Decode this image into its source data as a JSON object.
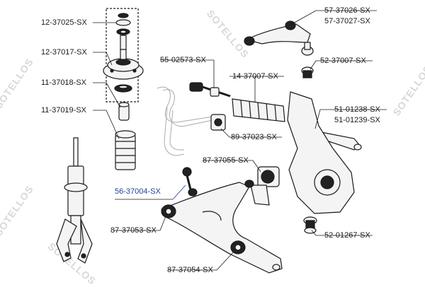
{
  "watermark": "SOTELLOS",
  "colors": {
    "line": "#1a1a1a",
    "highlight": "#1f3f9f",
    "part": "#f4f4f4",
    "dark": "#222222"
  },
  "labels": {
    "p12_37025": "12-37025-SX",
    "p12_37017": "12-37017-SX",
    "p11_37018": "11-37018-SX",
    "p11_37019": "11-37019-SX",
    "p55_02573": "55-02573-SX",
    "p14_37007": "14-37007-SX",
    "p89_37023": "89-37023-SX",
    "p87_37055": "87-37055-SX",
    "p56_37004": "56-37004-SX",
    "p87_37053": "87-37053-SX",
    "p87_37054": "87-37054-SX",
    "p57_37026": "57-37026-SX",
    "p57_37027": "57-37027-SX",
    "p52_37007": "52-37007-SX",
    "p51_01238": "51-01238-SX",
    "p51_01239": "51-01239-SX",
    "p52_01267": "52-01267-SX"
  }
}
